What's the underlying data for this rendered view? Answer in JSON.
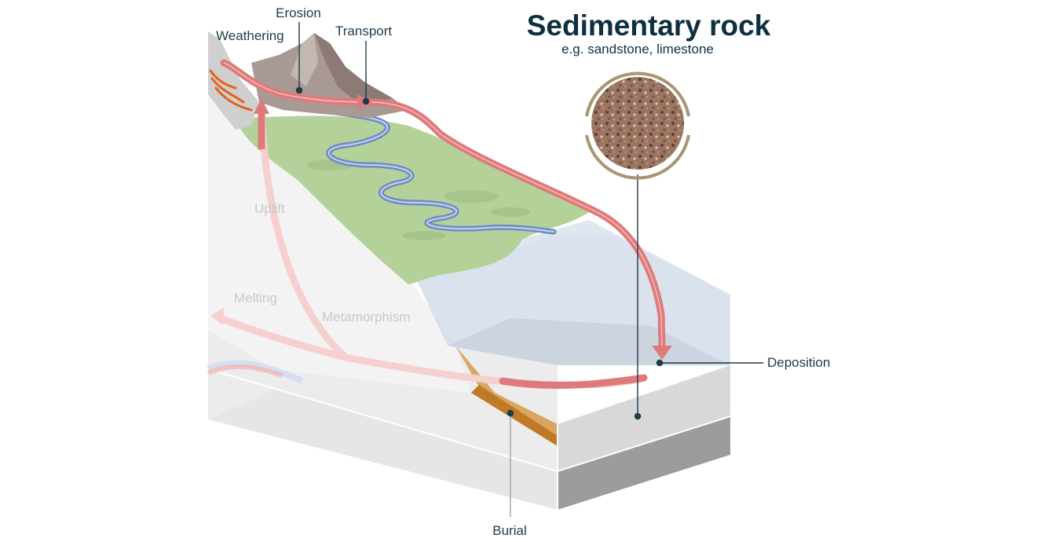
{
  "diagram": {
    "title": "Sedimentary rock",
    "subtitle": "e.g. sandstone, limestone",
    "labels": {
      "weathering": "Weathering",
      "erosion": "Erosion",
      "transport": "Transport",
      "deposition": "Deposition",
      "burial": "Burial",
      "uplift": "Uplift",
      "melting": "Melting",
      "metamorphism": "Metamorphism"
    },
    "colors": {
      "cycle_arrow": "#e07a7a",
      "river": "#6f8cc4",
      "floodplain": "#b5d19a",
      "title_text": "#0d2f3f",
      "sample_ring": "#a89670",
      "sediment_layer": "#c98a3a"
    }
  }
}
